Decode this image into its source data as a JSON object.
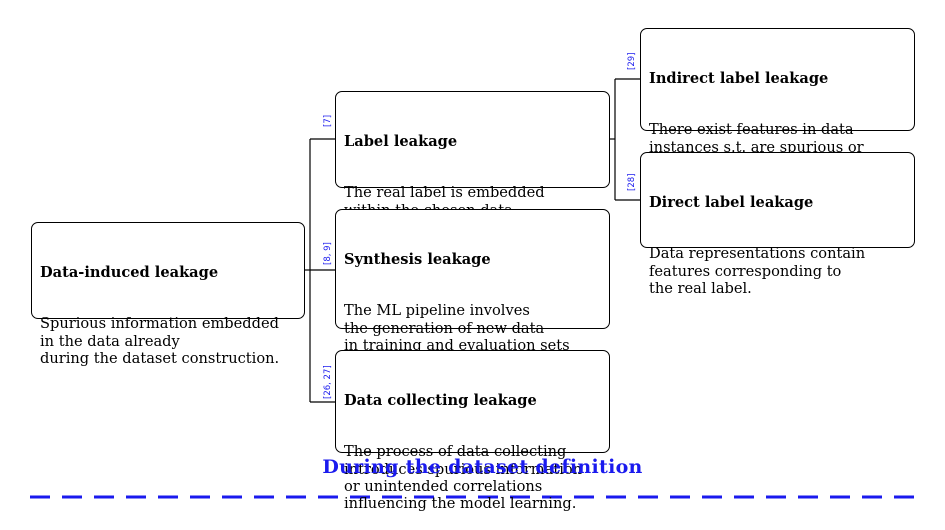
{
  "colors": {
    "accent": "#1a1aee",
    "border": "#000000"
  },
  "root": {
    "title": "Data-induced leakage",
    "desc": "Spurious information embedded\nin the data already\nduring the dataset construction."
  },
  "label_leakage": {
    "ref": "[7]",
    "title": "Label leakage",
    "desc": "The real label is embedded\nwithin the chosen data\nrepresentation."
  },
  "synthesis_leakage": {
    "ref": "[8, 9]",
    "title": "Synthesis leakage",
    "desc": "The ML pipeline involves\nthe generation of new data\nin training and evaluation sets\naccessing to knowledge from\nthe same data instances."
  },
  "collecting_leakage": {
    "ref": "[26, 27]",
    "title": "Data collecting leakage",
    "desc": "The process of data collecting\nintroduces spurious information\nor unintended correlations\ninfluencing the model learning."
  },
  "indirect_label_leakage": {
    "ref": "[29]",
    "title": "Indirect label leakage",
    "desc": "There exist features in data\ninstances s.t. are spurious or\nencoding information derived\nfrom the real label."
  },
  "direct_label_leakage": {
    "ref": "[28]",
    "title": "Direct label leakage",
    "desc": "Data representations contain\nfeatures corresponding to\nthe real label."
  },
  "caption": "During the dataset definition"
}
